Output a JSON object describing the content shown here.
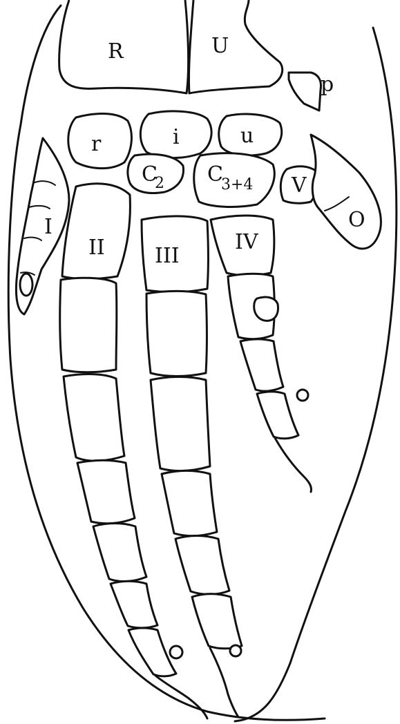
{
  "labels": {
    "radius": "R",
    "ulna": "U",
    "pisiform": "p",
    "radiale": "r",
    "intermedium": "i",
    "ulnare": "u",
    "carpal_2": "C",
    "carpal_2_sub": "2",
    "carpal_3_4": "C",
    "carpal_3_4_sub": "3+4",
    "carpal_5": "V",
    "outer": "O",
    "digit_1": "I",
    "digit_2": "II",
    "digit_3": "III",
    "digit_4": "IV"
  }
}
